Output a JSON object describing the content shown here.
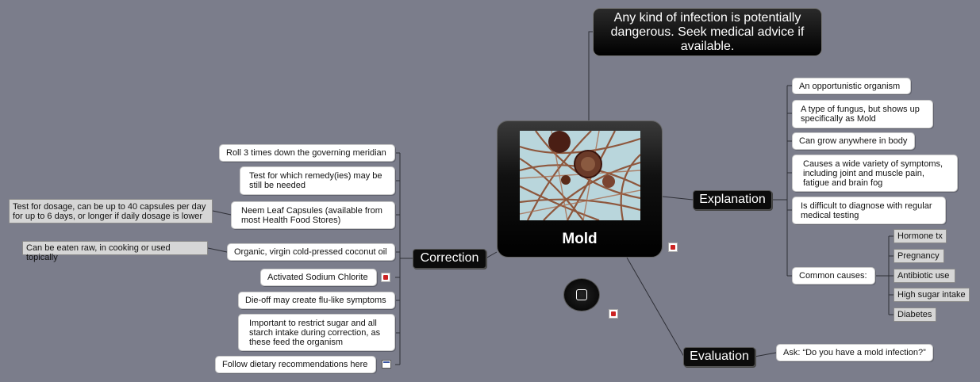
{
  "central": {
    "title": "Mold",
    "image_alt": "micrograph"
  },
  "warning": "Any kind of infection is potentially dangerous. Seek medical advice if available.",
  "branches": {
    "explanation": "Explanation",
    "correction": "Correction",
    "evaluation": "Evaluation"
  },
  "explanation_items": [
    "An opportunistic organism",
    "A type of fungus, but shows up specifically as Mold",
    "Can grow anywhere in body",
    "Causes a wide variety of symptoms, including joint and muscle pain, fatigue and brain fog",
    "Is difficult to diagnose with regular medical testing",
    "Common causes:"
  ],
  "common_causes": [
    "Hormone tx",
    "Pregnancy",
    "Antibiotic use",
    "High sugar intake",
    "Diabetes"
  ],
  "correction_items": [
    "Roll 3 times down the governing meridian",
    "Test for which remedy(ies) may be still be needed",
    "Neem Leaf Capsules (available from most Health Food Stores)",
    "Organic, virgin cold-pressed coconut oil",
    "Activated Sodium Chlorite",
    "Die-off may create flu-like symptoms",
    "Important to restrict sugar and all starch intake during correction, as these feed the organism",
    "Follow dietary recommendations here"
  ],
  "correction_notes": [
    "Test for dosage, can be up to 40 capsules per day for up to 6 days, or longer if daily dosage is lower",
    "Can be eaten raw, in cooking or used topically"
  ],
  "evaluation_items": [
    "Ask: “Do you have a mold infection?”"
  ],
  "colors": {
    "background": "#7b7d8b",
    "node_dark": "#0b0b0b",
    "node_light": "#ffffff",
    "note_grey": "#d6d6d6"
  }
}
